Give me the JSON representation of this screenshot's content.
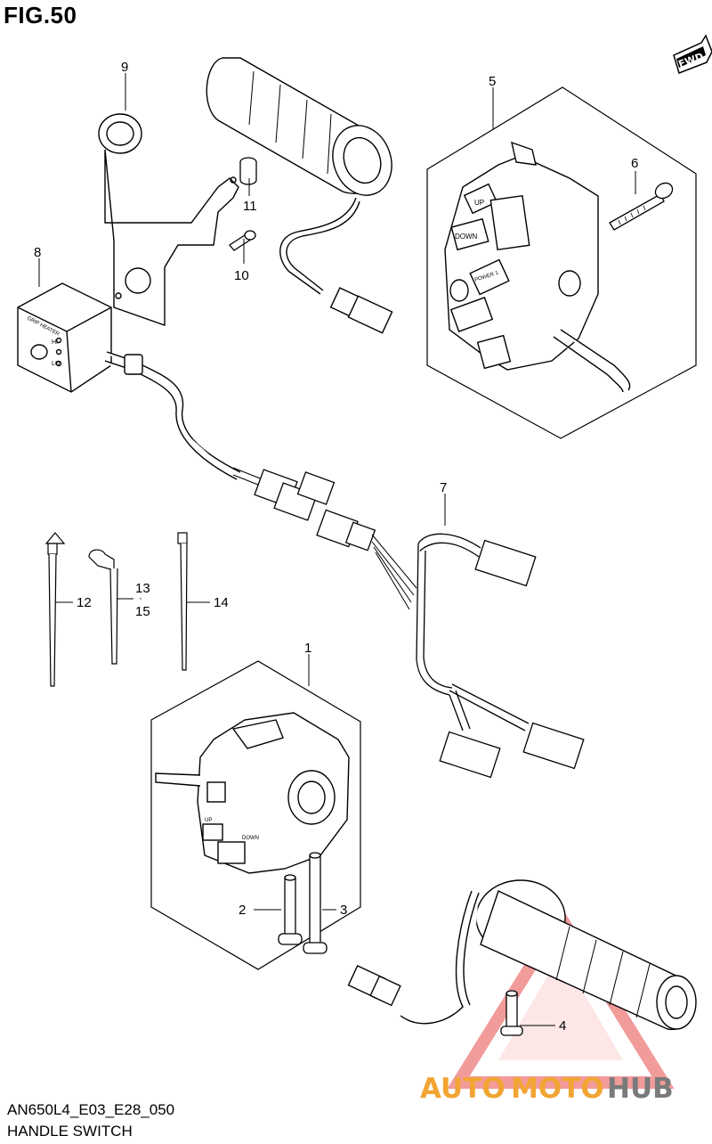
{
  "figure": {
    "title": "FIG.50",
    "model_code": "AN650L4_E03_E28_050",
    "section_name": "HANDLE SWITCH"
  },
  "direction_badge": "FWD",
  "parts": [
    {
      "number": "1",
      "part": "left-handle-switch"
    },
    {
      "number": "2",
      "part": "screw-short"
    },
    {
      "number": "3",
      "part": "screw-long"
    },
    {
      "number": "4",
      "part": "grip-screw"
    },
    {
      "number": "5",
      "part": "right-handle-switch"
    },
    {
      "number": "6",
      "part": "right-switch-screw"
    },
    {
      "number": "7",
      "part": "wiring-harness"
    },
    {
      "number": "8",
      "part": "grip-heater-switch"
    },
    {
      "number": "9",
      "part": "mounting-bracket"
    },
    {
      "number": "10",
      "part": "bracket-bolt"
    },
    {
      "number": "11",
      "part": "spacer-collar"
    },
    {
      "number": "12",
      "part": "clamp-tie"
    },
    {
      "number": "13",
      "part": "cable-clamp"
    },
    {
      "number": "15",
      "part": "cable-clamp-alt"
    },
    {
      "number": "14",
      "part": "cable-tie"
    }
  ],
  "heater_switch_labels": {
    "title": "GRIP HEATER",
    "hi": "HI",
    "lo": "LO"
  },
  "right_switch_labels": {
    "up": "UP",
    "down": "DOWN",
    "power": "POWER 1"
  },
  "left_switch_labels": {
    "up": "UP",
    "down": "DOWN"
  },
  "watermark": {
    "part1": "AUTO",
    "part2": "MOTO",
    "part3": "HUB",
    "color_red": "#e84a4a",
    "color_orange": "#f2a533",
    "color_gray": "#7a7a7a"
  }
}
